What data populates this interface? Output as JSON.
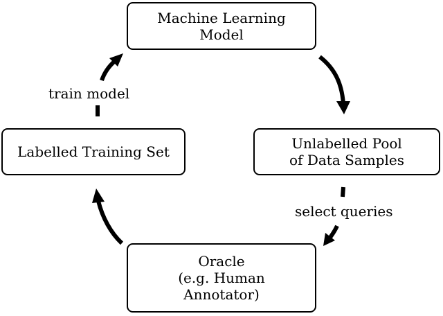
{
  "nodes": {
    "ml_model": {
      "lines": [
        "Machine Learning",
        "Model"
      ]
    },
    "unlabelled_pool": {
      "lines": [
        "Unlabelled Pool",
        "of Data Samples"
      ]
    },
    "oracle": {
      "lines": [
        "Oracle",
        "(e.g. Human",
        "Annotator)"
      ]
    },
    "labelled_set": {
      "lines": [
        "Labelled Training Set"
      ]
    }
  },
  "edge_labels": {
    "train": "train model",
    "select": "select queries"
  }
}
